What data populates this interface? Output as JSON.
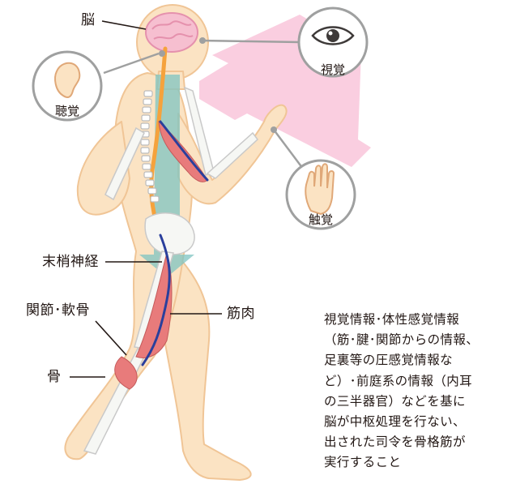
{
  "labels": {
    "brain": "脳",
    "hearing": "聴覚",
    "vision": "視覚",
    "touch": "触覚",
    "peripheral_nerve": "末梢神経",
    "joint_cartilage": "関節･軟骨",
    "muscle": "筋肉",
    "bone": "骨"
  },
  "description": [
    "視覚情報･体性感覚情報",
    "（筋･腱･関節からの情報、",
    "足裏等の圧感覚情報な",
    "ど）･前庭系の情報（内耳",
    "の三半器官）などを基に",
    "脳が中枢処理を行ない、",
    "出された司令を骨格筋が",
    "実行すること"
  ],
  "colors": {
    "skin": "#fbe3c3",
    "skin_outline": "#f0c596",
    "brain": "#f6bfd0",
    "arrow_pink": "#f9c6da",
    "arrow_teal": "#7fc4c2",
    "nerve": "#2a3f9c",
    "spinal_cord": "#f5a23c",
    "muscle": "#e87b7b",
    "bone": "#f6f7f4",
    "badge_border": "#9fa0a0"
  },
  "icons": [
    "eye-icon",
    "ear-icon",
    "hand-icon"
  ]
}
